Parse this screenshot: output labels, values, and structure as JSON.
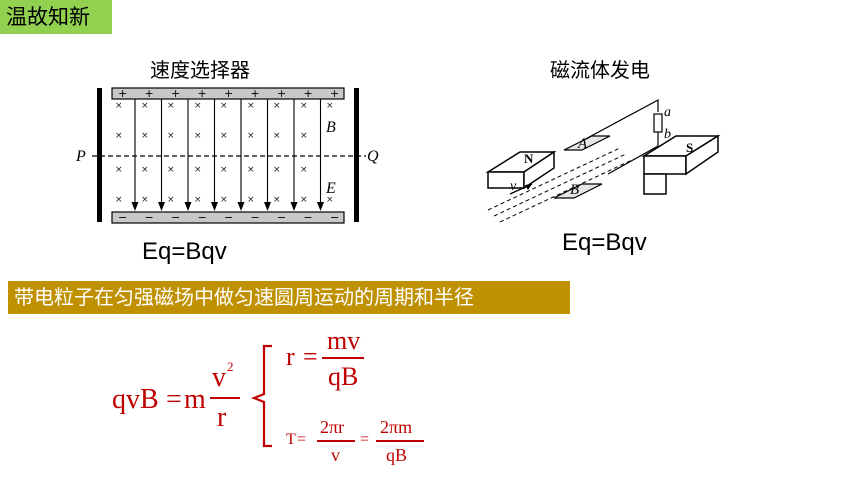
{
  "review_tag": "温故知新",
  "left_figure": {
    "title": "速度选择器",
    "equation": "Eq=Bqv",
    "labels": {
      "p": "P",
      "q": "Q",
      "b": "B",
      "e": "E"
    },
    "plus": "+",
    "minus": "−",
    "cross": "×"
  },
  "right_figure": {
    "title": "磁流体发电",
    "equation": "Eq=Bqv",
    "labels": {
      "n": "N",
      "s": "S",
      "a_plate": "A",
      "b_plate": "B",
      "a_term": "a",
      "b_term": "b",
      "v": "v"
    }
  },
  "section_bar": "带电粒子在匀强磁场中做匀速圆周运动的周期和半径",
  "formula": {
    "lhs": "qvB",
    "eq": "=",
    "m": "m",
    "v": "v",
    "sq": "2",
    "r": "r",
    "r1_lhs": "r",
    "r1_eq": "=",
    "r1_num": "mv",
    "r1_den": "qB",
    "t_lhs": "T",
    "t_eq": "=",
    "t_num1": "2πr",
    "t_den1": "v",
    "t_eq2": "=",
    "t_num2": "2πm",
    "t_den2": "qB"
  }
}
